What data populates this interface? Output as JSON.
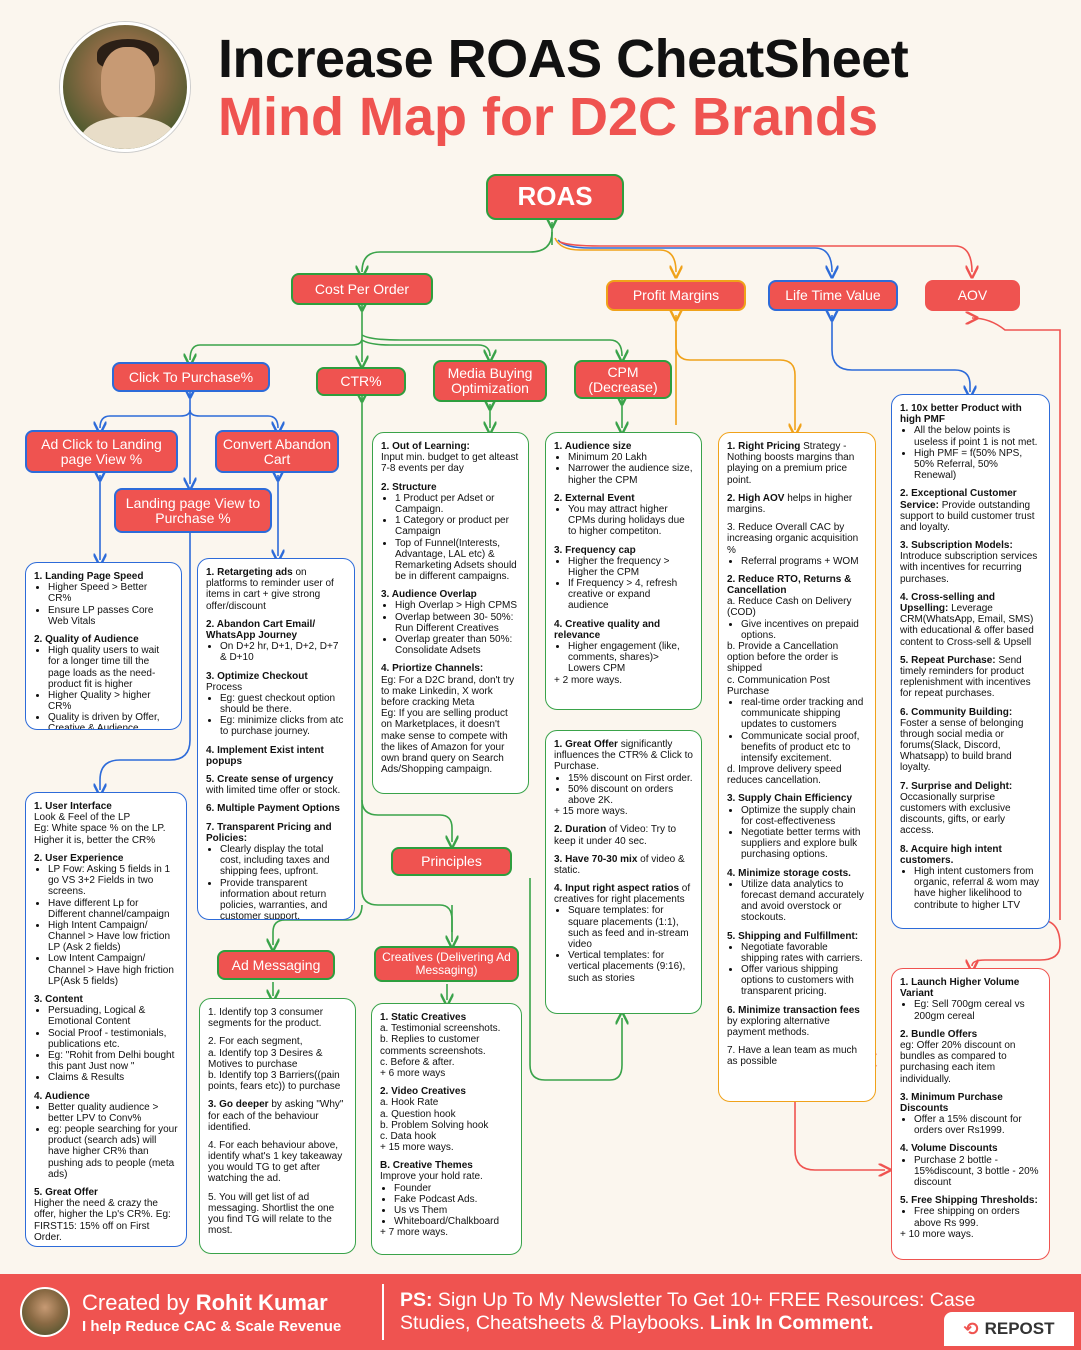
{
  "header": {
    "title_line1": "Increase ROAS CheatSheet",
    "title_line2": "Mind Map for D2C Brands"
  },
  "colors": {
    "accent": "#ef5350",
    "green": "#3aa34a",
    "blue": "#2d6bd9",
    "orange": "#f0a21a",
    "background": "#fbf6ee"
  },
  "nodes": {
    "roas": "ROAS",
    "cost_per_order": "Cost Per Order",
    "profit_margins": "Profit Margins",
    "life_time_value": "Life Time Value",
    "aov": "AOV",
    "click_to_purchase": "Click To Purchase%",
    "ctr": "CTR%",
    "media_buying": "Media Buying Optimization",
    "cpm": "CPM (Decrease)",
    "ad_click_lpv": "Ad Click to Landing page View %",
    "convert_abandon": "Convert Abandon Cart",
    "lpv_purchase": "Landing page View to Purchase %",
    "principles": "Principles",
    "ad_messaging": "Ad Messaging",
    "creatives": "Creatives (Delivering Ad Messaging)"
  },
  "boxes": {
    "landing_speed": [
      {
        "h": "1. Landing Page Speed",
        "items": [
          "Higher Speed > Better CR%",
          "Ensure LP passes Core Web Vitals"
        ]
      },
      {
        "h": "2. Quality of Audience",
        "items": [
          "High quality users to wait for a longer time till the page loads as the need-product fit is higher",
          "Higher Quality > higher CR%",
          "Quality is driven by Offer, Creative & Audience Targeting"
        ]
      }
    ],
    "user_interface": [
      {
        "h": "1. User Interface",
        "t": "Look & Feel of the LP\nEg: White space % on the LP. Higher it is, better the CR%"
      },
      {
        "h": "2. User Experience",
        "items": [
          "LP Fow: Asking 5 fields in 1 go VS 3+2 Fields in two screens.",
          "Have different Lp for Different channel/campaign",
          "High Intent Campaign/ Channel > Have low friction LP (Ask 2 fields)",
          "Low Intent Campaign/ Channel > Have high friction LP(Ask 5 fields)"
        ]
      },
      {
        "h": "3. Content",
        "items": [
          "Persuading, Logical & Emotional Content",
          "Social Proof - testimonials, publications etc.",
          "Eg: \"Rohit from Delhi bought this pant Just now \"",
          "Claims & Results"
        ]
      },
      {
        "h": "4. Audience",
        "items": [
          "Better quality audience > better LPV to Conv%",
          "eg: people searching for your product (search ads) will have higher CR% than pushing ads to people (meta ads)"
        ]
      },
      {
        "h": "5. Great Offer",
        "t": "Higher the need & crazy the offer, higher the Lp's CR%. Eg: FIRST15: 15% off on First Order."
      }
    ],
    "retargeting": [
      {
        "h": "1. Retargeting ads",
        "t": " on platforms to reminder user of items in cart + give strong offer/discount"
      },
      {
        "h": "2. Abandon Cart Email/ WhatsApp Journey",
        "items": [
          "On D+2 hr, D+1, D+2, D+7 & D+10"
        ]
      },
      {
        "h": "3. Optimize Checkout",
        "t": " Process",
        "items": [
          "Eg: guest checkout option should be there.",
          "Eg: minimize clicks from atc to purchase journey."
        ]
      },
      {
        "h": "4. Implement Exist intent popups"
      },
      {
        "h": "5. Create sense of urgency",
        "t": " with limited time offer or stock."
      },
      {
        "h": "6. Multiple Payment Options"
      },
      {
        "h": "7. Transparent Pricing and Policies:",
        "items": [
          "Clearly display the total cost, including taxes and shipping fees, upfront.",
          "Provide transparent information about return policies, warranties, and customer support."
        ]
      }
    ],
    "media_buying": [
      {
        "h": "1. Out of Learning:",
        "t": "Input min. budget to get alteast 7-8 events per day"
      },
      {
        "h": "2. Structure",
        "items": [
          "1 Product per Adset or Campaign.",
          "1 Category or product per Campaign",
          "Top of Funnel(Interests, Advantage, LAL etc) & Remarketing Adsets should be in different campaigns."
        ]
      },
      {
        "h": "3. Audience Overlap",
        "items": [
          "High Overlap > High CPMS",
          "Overlap between 30- 50%: Run Different Creatives",
          "Overlap greater than 50%: Consolidate Adsets"
        ]
      },
      {
        "h": "4. Priortize Channels:",
        "t": "Eg: For a D2C brand, don't try to make Linkedin, X work before cracking Meta\nEg: If you are selling product on Marketplaces, it doesn't make sense to compete with the likes of Amazon for your own brand query on Search Ads/Shopping campaign."
      }
    ],
    "cpm": [
      {
        "h": "1. Audience size",
        "items": [
          "Minimum 20 Lakh",
          "Narrower the audience size, higher the CPM"
        ]
      },
      {
        "h": "2. External Event",
        "items": [
          "You may attract higher CPMs during holidays due to higher competiton."
        ]
      },
      {
        "h": "3. Frequency cap",
        "items": [
          "Higher the frequency > Higher the CPM",
          "If Frequency > 4, refresh creative or expand audience"
        ]
      },
      {
        "h": "4. Creative quality and relevance",
        "items": [
          "Higher engagement (like, comments, shares)> Lowers CPM"
        ],
        "t2": "+ 2 more ways."
      }
    ],
    "principles": [
      {
        "h": "1. Great Offer",
        "t": " significantly influences the CTR% & Click to Purchase.",
        "items": [
          "15% discount on First order.",
          "50% discount on orders above 2K."
        ],
        "t2": "+ 15 more ways."
      },
      {
        "h": "2. Duration",
        "t": " of Video: Try to keep it under 40 sec."
      },
      {
        "h": "3. Have 70-30 mix",
        "t": " of video & static."
      },
      {
        "h": "4. Input right aspect ratios",
        "t": " of creatives for right placements",
        "items": [
          "Square templates: for square placements (1:1), such as feed and in-stream video",
          "Vertical templates: for vertical placements (9:16), such as stories"
        ]
      }
    ],
    "profit": [
      {
        "h": "1. Right Pricing",
        "t": " Strategy - Nothing boosts margins than playing on a premium price point."
      },
      {
        "h": "2. High AOV",
        "t": " helps in higher margins."
      },
      {
        "t": "3. Reduce Overall CAC by increasing organic acquisition %",
        "items": [
          "Referral programs + WOM"
        ]
      },
      {
        "h": "2. Reduce RTO, Returns & Cancellation",
        "t": "a. Reduce Cash on Delivery (COD)",
        "items": [
          "Give incentives on prepaid options."
        ],
        "t2": "b. Provide a Cancellation option before the order is shipped\nc. Communication Post Purchase",
        "items2": [
          "real-time order tracking and communicate shipping updates to customers",
          "Communicate social proof, benefits of product etc to intensify excitement."
        ],
        "t3": "d. Improve delivery speed reduces cancellation."
      },
      {
        "h": "3. Supply Chain Efficiency",
        "items": [
          "Optimize the supply chain for cost-effectiveness",
          "Negotiate better terms with suppliers and explore bulk purchasing options."
        ]
      },
      {
        "h": "4. Minimize storage costs.",
        "items": [
          "Utilize data analytics to forecast demand accurately and avoid overstock or stockouts."
        ]
      },
      {
        "h": "5. Shipping and Fulfillment:",
        "items": [
          "Negotiate favorable shipping rates with carriers.",
          "Offer various shipping options to customers with transparent pricing."
        ]
      },
      {
        "h": "6. Minimize transaction fees",
        "t": " by exploring alternative payment methods."
      },
      {
        "t": "7. Have a lean team as much as possible"
      }
    ],
    "ltv": [
      {
        "h": "1. 10x better Product with high PMF",
        "items": [
          "All the below points is useless if point 1 is not met.",
          "High PMF = f(50% NPS, 50% Referral, 50% Renewal)"
        ]
      },
      {
        "h": "2. Exceptional Customer Service:",
        "t": " Provide outstanding support to build customer trust and loyalty."
      },
      {
        "h": "3. Subscription Models:",
        "t": " Introduce subscription services with incentives for recurring purchases."
      },
      {
        "h": "4. Cross-selling and Upselling:",
        "t": " Leverage CRM(WhatsApp, Email, SMS) with educational & offer based content to Cross-sell & Upsell"
      },
      {
        "h": "5. Repeat Purchase:",
        "t": " Send timely reminders for product replenishment with incentives for repeat purchases."
      },
      {
        "h": "6. Community Building:",
        "t": " Foster a sense of belonging through social media or forums(Slack, Discord, Whatsapp) to build brand loyalty."
      },
      {
        "h": "7. Surprise and Delight:",
        "t": " Occasionally surprise customers with exclusive discounts, gifts, or early access."
      },
      {
        "h": "8. Acquire high intent customers.",
        "items": [
          "High intent customers from organic, referral & wom may have higher likelihood to contribute to higher LTV"
        ]
      }
    ],
    "aov": [
      {
        "h": "1. Launch Higher Volume Variant",
        "items": [
          "Eg: Sell 700gm cereal vs 200gm cereal"
        ]
      },
      {
        "h": "2. Bundle Offers",
        "t": "eg: Offer 20% discount on bundles as compared to purchasing each item individually."
      },
      {
        "h": "3. Minimum Purchase Discounts",
        "items": [
          "Offer a 15% discount for orders over Rs1999."
        ]
      },
      {
        "h": "4. Volume Discounts",
        "items": [
          "Purchase 2 bottle - 15%discount, 3 bottle - 20% discount"
        ]
      },
      {
        "h": "5. Free Shipping Thresholds:",
        "items": [
          "Free shipping on orders above Rs 999."
        ],
        "t2": "+ 10 more ways."
      }
    ],
    "ad_messaging": [
      {
        "t": "1. Identify top 3 consumer segments for the product."
      },
      {
        "t": "2. For each segment,\na. Identify top 3 Desires & Motives to purchase\nb. Identify top 3 Barriers((pain points, fears etc)) to purchase"
      },
      {
        "h": "3. Go deeper",
        "t": " by asking \"Why\" for each of the behaviour identified."
      },
      {
        "t": "4. For each behaviour above, identify what's 1 key takeaway you would TG to get after watching the ad."
      },
      {
        "t": "5. You will get list of ad messaging. Shortlist the one you find TG will relate to the most."
      }
    ],
    "creatives": [
      {
        "h": "1. Static Creatives",
        "t": "a. Testimonial screenshots.\nb. Replies to customer comments screenshots.\nc. Before & after.\n+ 6 more ways"
      },
      {
        "h": "2. Video Creatives",
        "t": "a. Hook Rate\na. Question hook\nb. Problem Solving hook\nc. Data hook\n+ 15 more ways."
      },
      {
        "h": "B. Creative Themes",
        "t": "Improve your hold rate.",
        "items": [
          "Founder",
          "Fake Podcast Ads.",
          "Us vs Them",
          "Whiteboard/Chalkboard"
        ],
        "t2": "+ 7 more ways."
      }
    ]
  },
  "footer": {
    "created_prefix": "Created by ",
    "created_name": "Rohit Kumar",
    "tagline": "I help Reduce CAC & Scale Revenue",
    "ps_label": "PS:",
    "ps_text": " Sign Up To My Newsletter To Get 10+ FREE Resources: Case Studies, Cheatsheets & Playbooks. ",
    "ps_link": "Link In Comment.",
    "repost": "REPOST"
  }
}
